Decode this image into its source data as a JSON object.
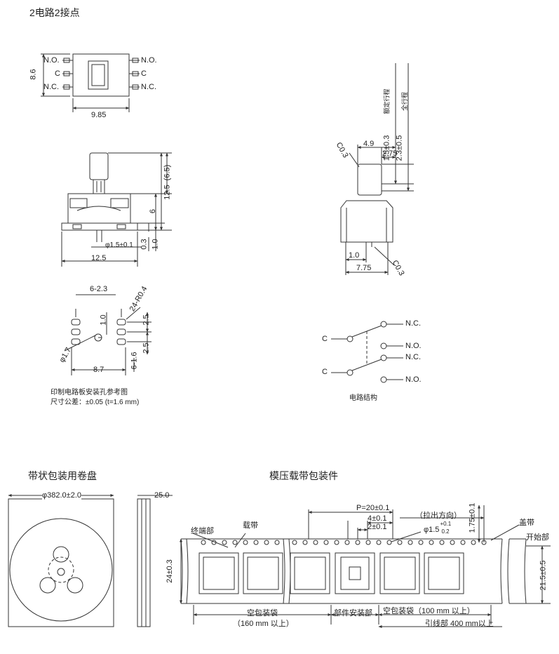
{
  "title": "2电路2接点",
  "top_view": {
    "pins": [
      "N.O.",
      "C",
      "N.C."
    ],
    "dim_height": "8.6",
    "dim_width": "9.85"
  },
  "side_view": {
    "dim_65": "(6.5)",
    "dim_125": "12.5",
    "dim_6": "6",
    "dim_03": "0.3",
    "dim_10": "1.0",
    "dim_hole": "φ1.5±0.1",
    "dim_width": "12.5"
  },
  "right_view": {
    "c03_top": "C0.3",
    "dim_49": "4.9",
    "dim_275": "2.75",
    "dim_15": "1.5±0.3",
    "dim_23": "2.3±0.5",
    "stroke_1": "额定行程",
    "stroke_2": "全行程",
    "dim_1": "1.0",
    "dim_775": "7.75",
    "c03_bottom": "C0.3"
  },
  "pcb": {
    "d_623": "6-2.3",
    "d_r04": "24-R0.4",
    "d_10": "1.0",
    "d_25a": "2.5",
    "d_17": "φ1.7",
    "d_616": "6-1.6",
    "d_25b": "2.5",
    "d_87": "8.7",
    "caption1": "印制电路板安装孔参考图",
    "caption2": "尺寸公差：±0.05 (t=1.6 mm)"
  },
  "circuit": {
    "nc": "N.C.",
    "no": "N.O.",
    "c": "C",
    "caption": "电路结构"
  },
  "reel": {
    "title": "带状包装用卷盘",
    "dia": "φ382.0±2.0",
    "width": "25.0"
  },
  "tape": {
    "title": "模压载带包装件",
    "pitch": "P=20±0.1",
    "d4": "4±0.1",
    "d2": "2±0.1",
    "hole": "φ1.5",
    "hole_tol_up": "+0.1",
    "hole_tol_down": "0.2",
    "pull_dir": "（拉出方向）",
    "d175": "1.75±0.1",
    "cover": "盖带",
    "start": "开始部",
    "end_part": "终端部",
    "carrier": "载带",
    "d24": "24±0.3",
    "d215": "21.5±0.5",
    "empty_left": "空包装袋",
    "empty_left_len": "（160 mm 以上）",
    "mount": "部件安装部",
    "empty_right": "空包装袋（100 mm 以上）",
    "lead": "引线部 400 mm以上"
  }
}
